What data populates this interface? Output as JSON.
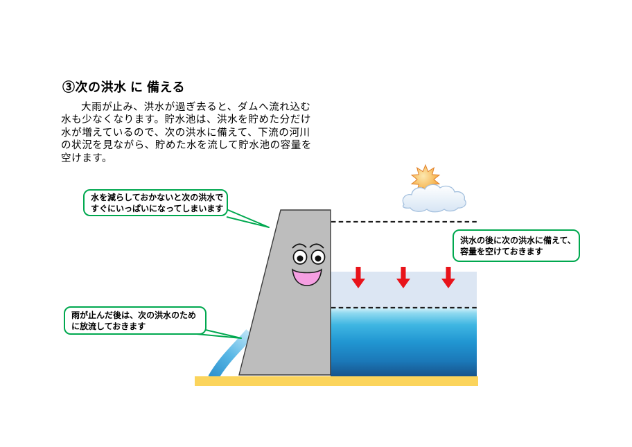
{
  "header": {
    "title": "③次の洪水 に 備える"
  },
  "paragraph": {
    "lines": [
      "大雨が止み、洪水が過ぎ去ると、ダムへ流れ込む",
      "水も少なくなります。貯水池は、洪水を貯めた分だけ",
      "水が増えているので、次の洪水に備えて、下流の河川",
      "の状況を見ながら、貯めた水を流して貯水池の容量を",
      "空けます。"
    ]
  },
  "diagram": {
    "bubbles": {
      "reduce": {
        "lines": [
          "水を減らしておかないと次の洪水で",
          "すぐにいっぱいになってしまいます"
        ]
      },
      "capacity": {
        "lines": [
          "洪水の後に次の洪水に備えて、",
          "容量を空けておきます"
        ]
      },
      "release": {
        "lines": [
          "雨が止んだ後は、次の洪水のため",
          "に放流しておきます"
        ]
      }
    },
    "icons": [
      "sun-icon",
      "cloud-icon",
      "dam-character-icon",
      "down-arrow-icon",
      "spillway-water-icon",
      "water-level-dashed-line"
    ],
    "colors": {
      "bubble_border_green": "#00a84f",
      "arrow_red": "#e8131a",
      "ground_yellow": "#fbd45c",
      "dam_gray": "#bdbdbd",
      "capacity_fill": "#dce6f3",
      "water_deep_blue": "#1a62a2",
      "mouth_pink": "#f59fe2"
    }
  }
}
